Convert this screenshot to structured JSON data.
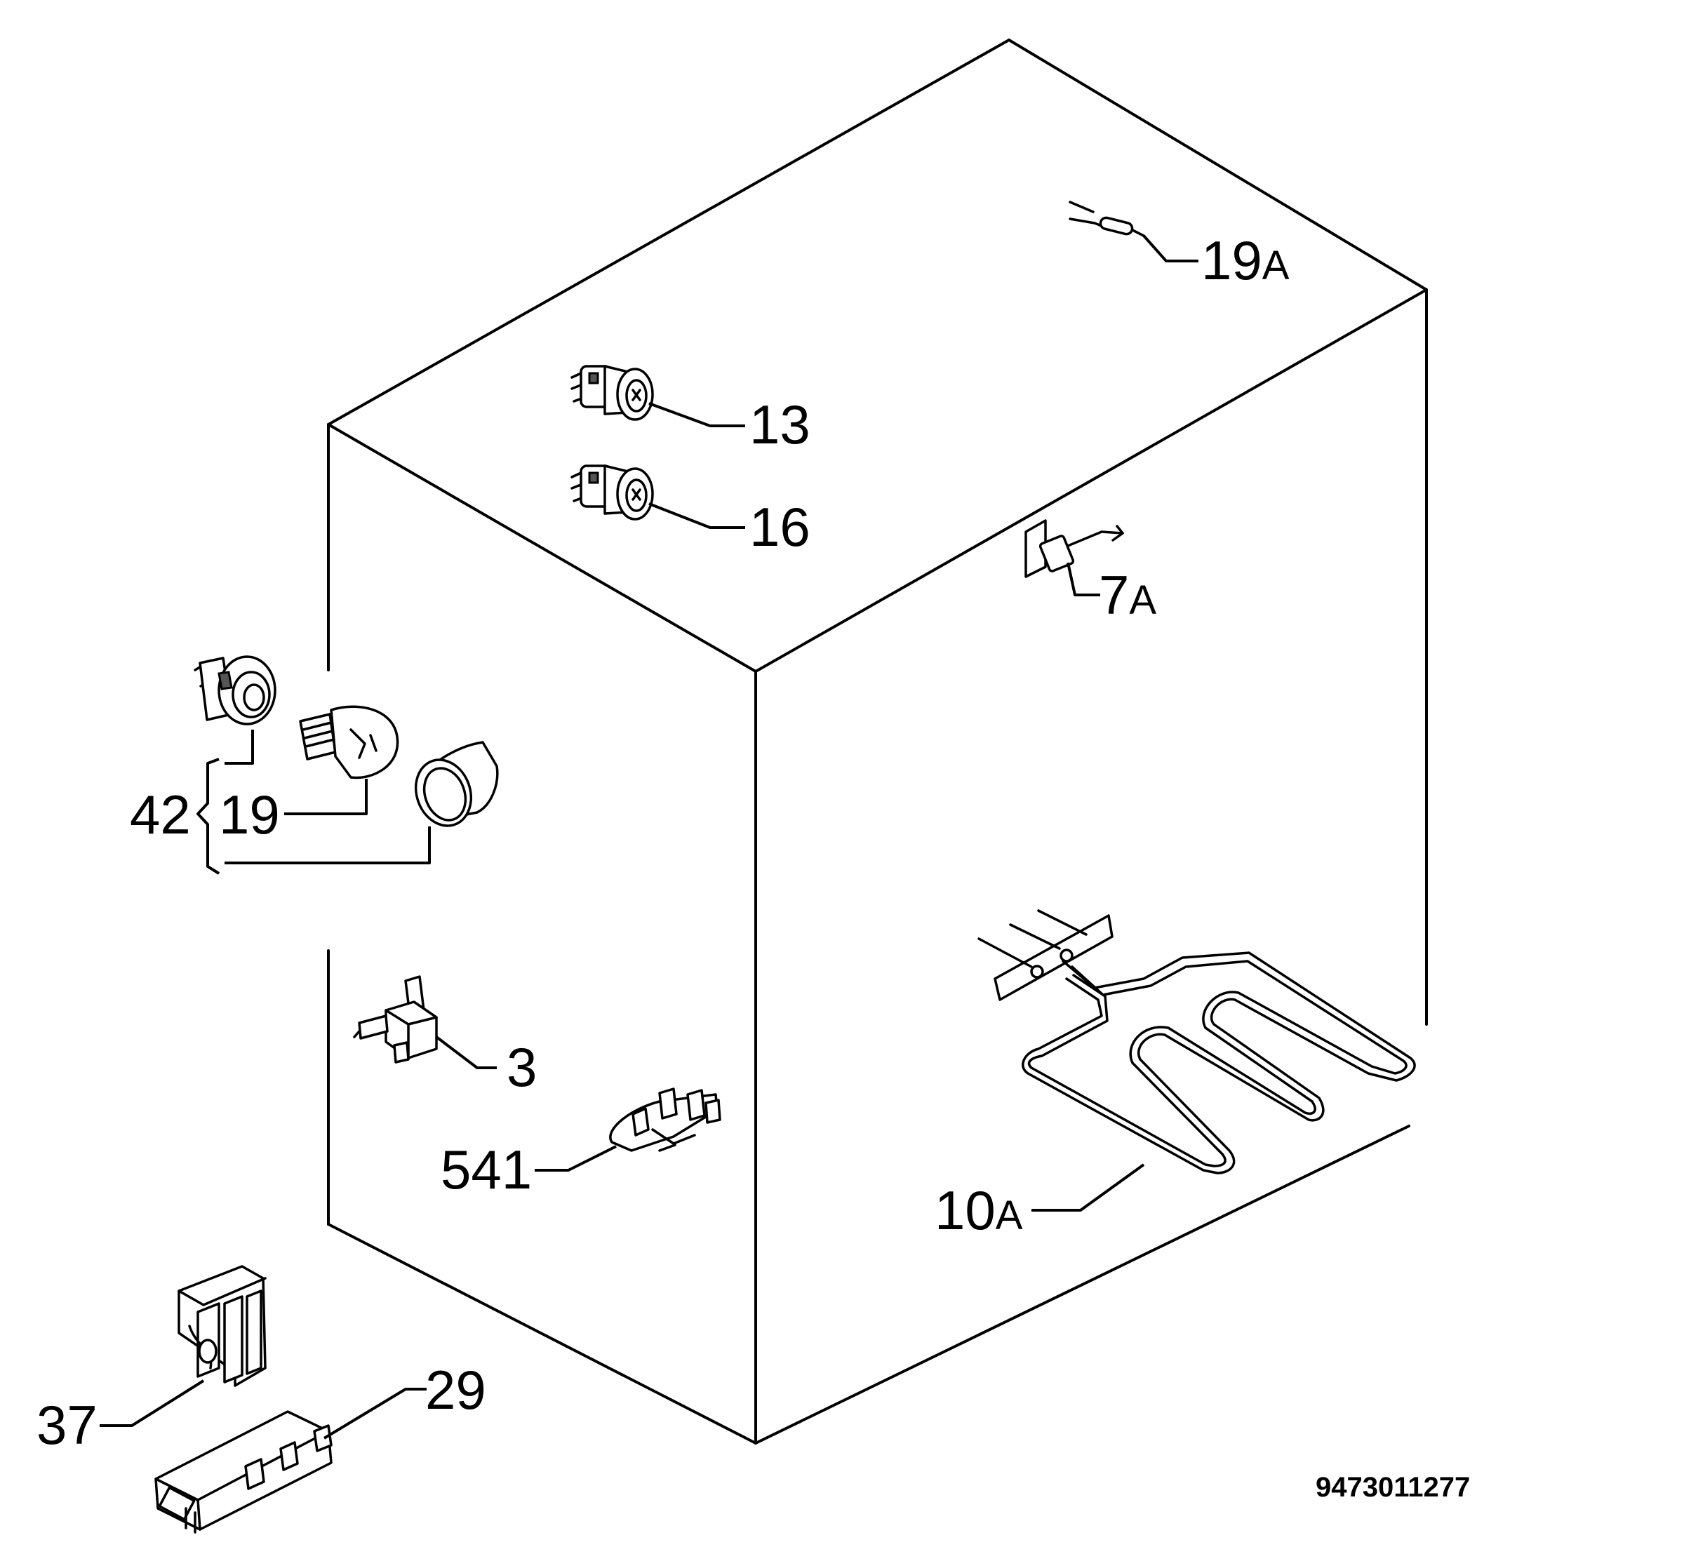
{
  "labels": {
    "p19A": "19",
    "p19A_s": "A",
    "p13": "13",
    "p16": "16",
    "p7A": "7",
    "p7A_s": "A",
    "p42": "42",
    "p19": "19",
    "p3": "3",
    "p541": "541",
    "p10A": "10",
    "p10A_s": "A",
    "p37": "37",
    "p29": "29"
  },
  "document_number": "9473011277",
  "icons": {
    "thermal_fuse": "thermal-fuse-icon",
    "switch_13": "rotary-switch-icon",
    "switch_16": "rotary-switch-icon",
    "micro_switch": "micro-switch-icon",
    "lamp_holder": "lamp-holder-icon",
    "lamp_bulb": "lamp-bulb-icon",
    "lamp_cover": "lamp-cover-icon",
    "thermostat": "thermostat-icon",
    "terminal_block": "terminal-block-icon",
    "heating_element": "heating-element-icon",
    "connector_block": "connector-block-icon",
    "ignition_generator": "ignition-generator-icon"
  }
}
